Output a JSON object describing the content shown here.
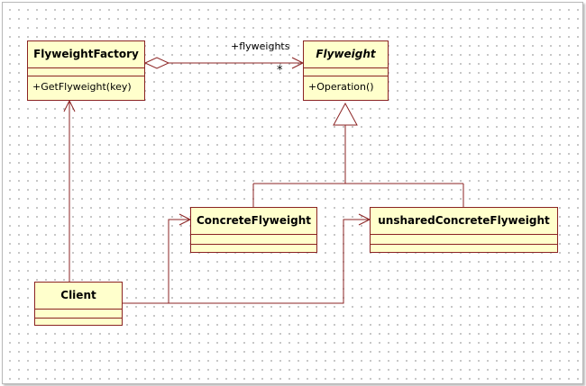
{
  "diagram": {
    "classes": {
      "factory": {
        "name": "FlyweightFactory",
        "operation": "+GetFlyweight(key)"
      },
      "flyweight": {
        "name": "Flyweight",
        "operation": "+Operation()"
      },
      "concrete": {
        "name": "ConcreteFlyweight"
      },
      "unshared": {
        "name": "unsharedConcreteFlyweight"
      },
      "client": {
        "name": "Client"
      }
    },
    "association": {
      "role": "+flyweights",
      "multiplicity": "*"
    }
  },
  "colors": {
    "class_fill": "#ffffcc",
    "class_border": "#8b2323"
  }
}
